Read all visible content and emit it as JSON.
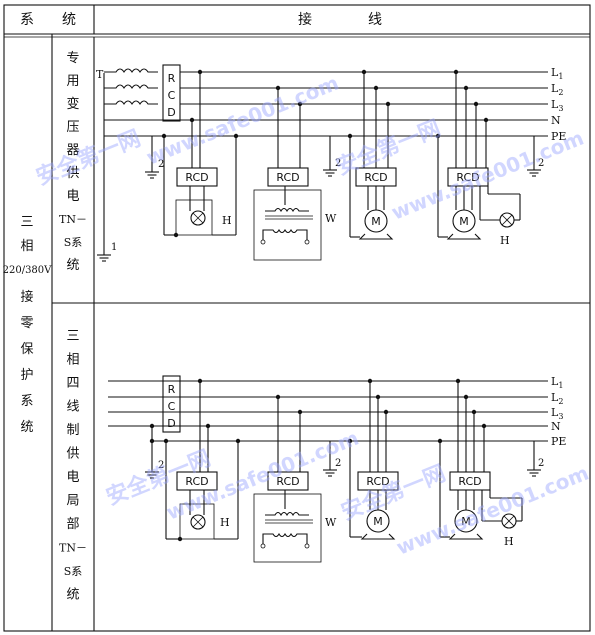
{
  "header": {
    "system": "系　　统",
    "wiring": "接　　　　线"
  },
  "left_label": {
    "line1": "三",
    "line2": "相",
    "voltage": "220/380V",
    "line4": "接",
    "line5": "零",
    "line6": "保",
    "line7": "护",
    "line8": "系",
    "line9": "统"
  },
  "section1": {
    "label": [
      "专",
      "用",
      "变",
      "压",
      "器",
      "供",
      "电",
      "TN－",
      "S系",
      "统"
    ],
    "bus": [
      "L1",
      "L2",
      "L3",
      "N",
      "PE"
    ],
    "transformer_mark": "T",
    "main_rcd": [
      "R",
      "C",
      "D"
    ],
    "ground_marks": [
      "2",
      "1",
      "2",
      "2"
    ],
    "branches": [
      {
        "rcd": "RCD",
        "load": "H"
      },
      {
        "rcd": "RCD",
        "load": "W"
      },
      {
        "rcd": "RCD",
        "load": "M"
      },
      {
        "rcd": "RCD",
        "load": "M",
        "extra": "H"
      }
    ]
  },
  "section2": {
    "label": [
      "三",
      "相",
      "四",
      "线",
      "制",
      "供",
      "电",
      "局",
      "部",
      "TN－",
      "S系",
      "统"
    ],
    "bus": [
      "L1",
      "L2",
      "L3",
      "N",
      "PE"
    ],
    "main_rcd": [
      "R",
      "C",
      "D"
    ],
    "ground_marks": [
      "2",
      "2",
      "2"
    ],
    "branches": [
      {
        "rcd": "RCD",
        "load": "H"
      },
      {
        "rcd": "RCD",
        "load": "W"
      },
      {
        "rcd": "RCD",
        "load": "M"
      },
      {
        "rcd": "RCD",
        "load": "M",
        "extra": "H"
      }
    ]
  },
  "watermark": {
    "text_a": "安全第一网",
    "text_b": "www.safe001.com"
  }
}
